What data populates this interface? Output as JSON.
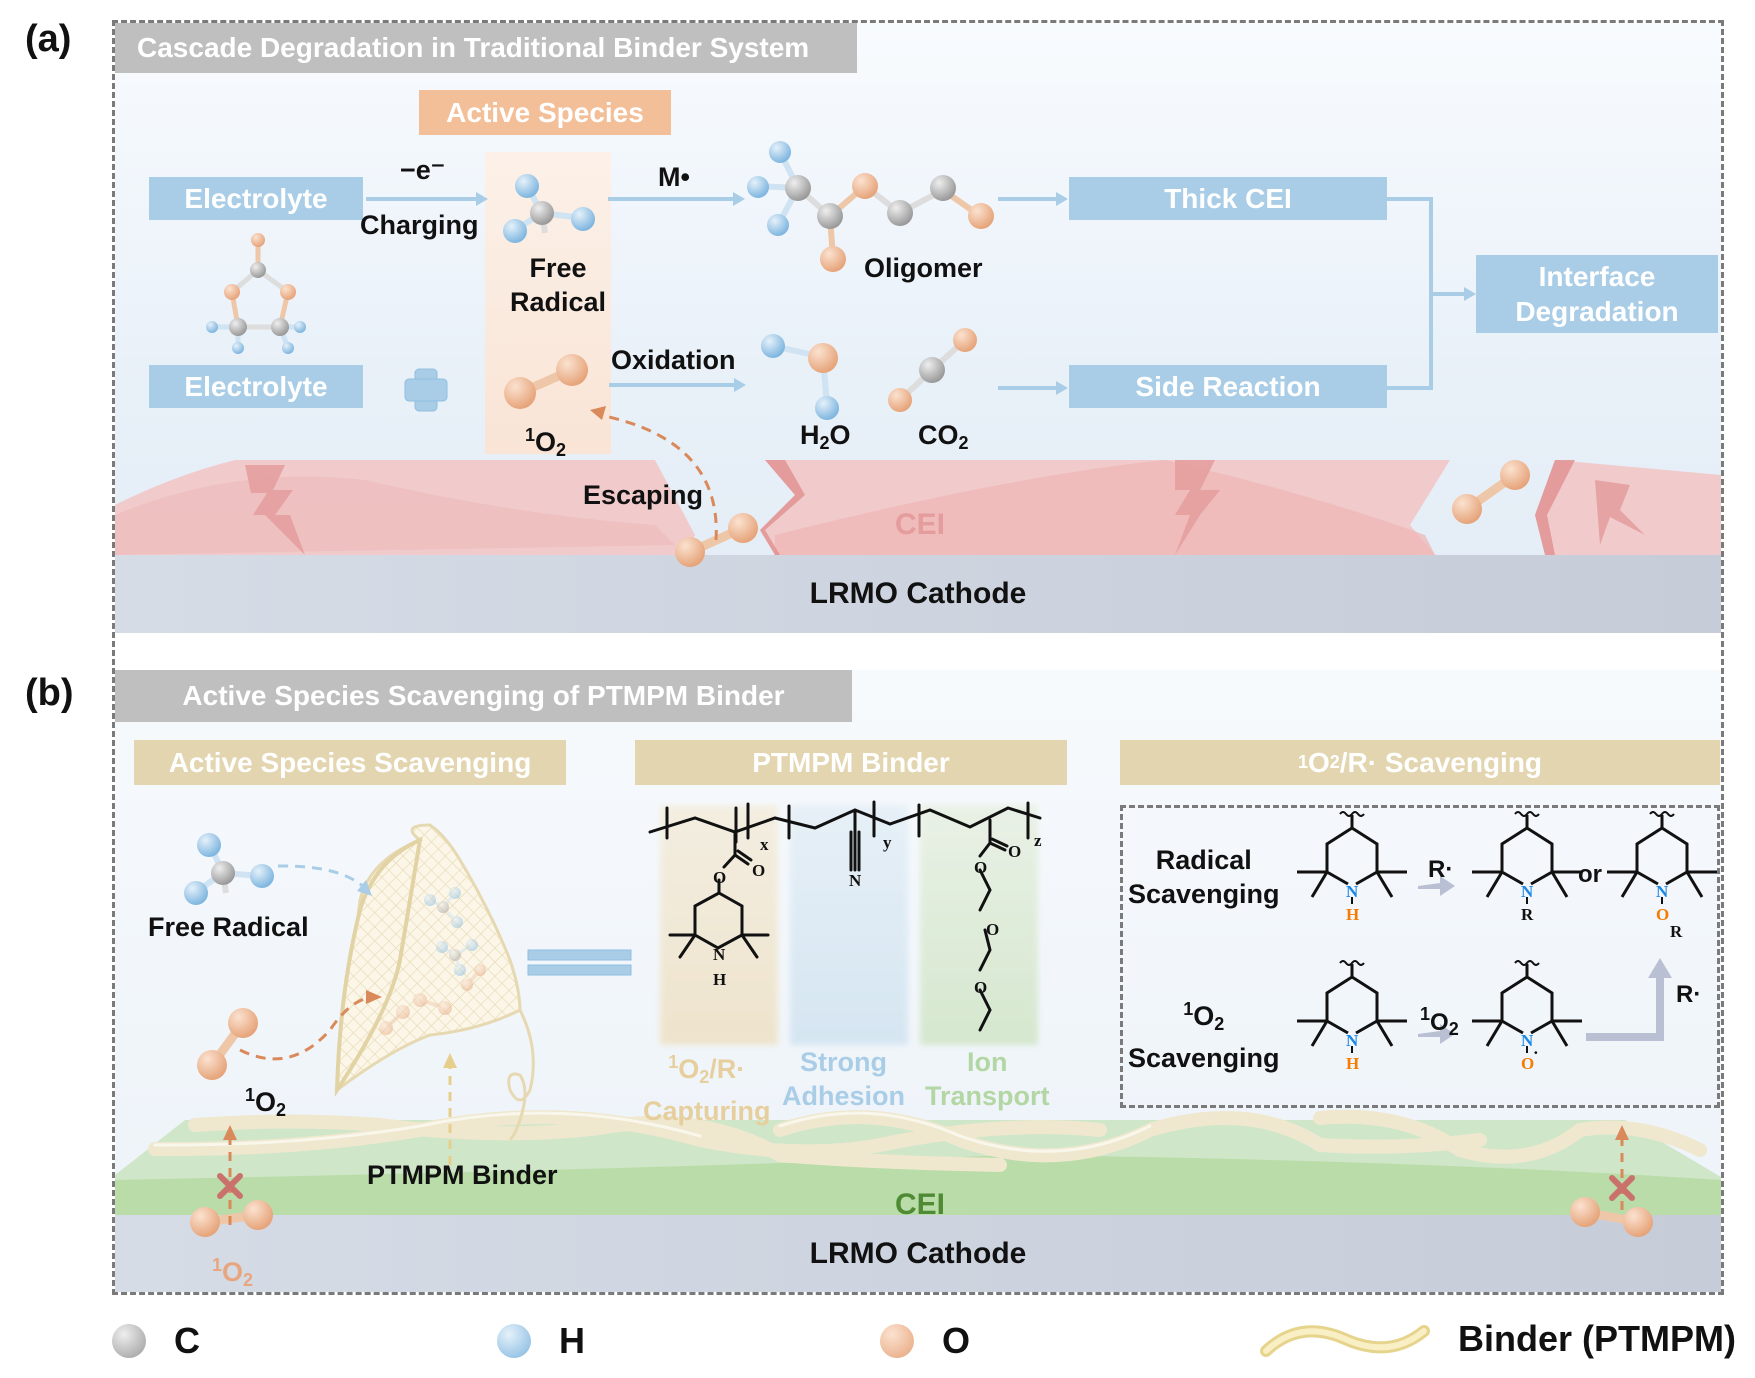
{
  "panel_a": {
    "label": "(a)",
    "title": "Cascade Degradation in Traditional Binder System",
    "active_species_header": "Active Species",
    "electrolyte_top": "Electrolyte",
    "electrolyte_bottom": "Electrolyte",
    "arrow_top_superscript": "−e⁻",
    "arrow_top_label": "Charging",
    "free_radical_label_line1": "Free",
    "free_radical_label_line2": "Radical",
    "m_radical_label": "M•",
    "oligomer_label": "Oligomer",
    "thick_cei": "Thick CEI",
    "oxidation_label": "Oxidation",
    "singlet_o2_label": "O",
    "singlet_o2_sup": "1",
    "singlet_o2_sub": "2",
    "h2o_label": "H",
    "h2o_sub": "2",
    "h2o_tail": "O",
    "co2_label": "CO",
    "co2_sub": "2",
    "side_reaction": "Side Reaction",
    "interface_degradation_line1": "Interface",
    "interface_degradation_line2": "Degradation",
    "escaping_label": "Escaping",
    "cei_label": "CEI",
    "cathode_label": "LRMO Cathode"
  },
  "panel_b": {
    "label": "(b)",
    "title": "Active Species Scavenging of PTMPM Binder",
    "section_left_header": "Active Species Scavenging",
    "section_mid_header": "PTMPM Binder",
    "section_right_header_sup": "1",
    "section_right_header_o": "O",
    "section_right_header_sub": "2",
    "section_right_header_tail": "/R· Scavenging",
    "free_radical_label": "Free Radical",
    "singlet_o2_sup": "1",
    "singlet_o2_o": "O",
    "singlet_o2_sub": "2",
    "binder_label": "PTMPM Binder",
    "cei_label": "CEI",
    "cathode_label": "LRMO Cathode",
    "polymer": {
      "subscripts": [
        "x",
        "y",
        "z"
      ],
      "atoms": {
        "O": "O",
        "N": "N",
        "H": "H"
      },
      "functions": [
        {
          "line1_sup": "1",
          "line1_o": "O",
          "line1_sub": "2",
          "line1_tail": "/R·",
          "line2": "Capturing",
          "color": "#e6cf9c"
        },
        {
          "line1": "Strong",
          "line2": "Adhesion",
          "color": "#a9cde6"
        },
        {
          "line1": "Ion",
          "line2": "Transport",
          "color": "#b3d7a4"
        }
      ]
    },
    "scavenging": {
      "radical_row_label_line1": "Radical",
      "radical_row_label_line2": "Scavenging",
      "radical_reagent": "R·",
      "or_label": "or",
      "singlet_row_label_sup": "1",
      "singlet_row_label_o": "O",
      "singlet_row_label_sub": "2",
      "singlet_row_label_line2": "Scavenging",
      "singlet_reagent_sup": "1",
      "singlet_reagent_o": "O",
      "singlet_reagent_sub": "2",
      "upward_reagent": "R·",
      "atom_N": "N",
      "atom_H": "H",
      "atom_R": "R",
      "atom_O": "O",
      "radical_dot": "·"
    },
    "blocked_o2_label_sup": "1",
    "blocked_o2_label_o": "O",
    "blocked_o2_label_sub": "2"
  },
  "legend": {
    "items": [
      {
        "label": "C",
        "color": "#b9b9b9"
      },
      {
        "label": "H",
        "color": "#a9cde6"
      },
      {
        "label": "O",
        "color": "#f0bf9c"
      },
      {
        "label": "Binder (PTMPM)",
        "color": "#f3e6a8"
      }
    ]
  },
  "colors": {
    "carbon": "#b9b9b9",
    "hydrogen": "#a9cde6",
    "oxygen": "#f0bf9c",
    "flow_blue": "#a9cde6",
    "cei_red": "#eeb3b3",
    "cei_green": "#b9dca8",
    "escape_arrow": "#d9895a",
    "nitrogen_blue": "#1e88e5",
    "orange_atom": "#f57c00"
  }
}
